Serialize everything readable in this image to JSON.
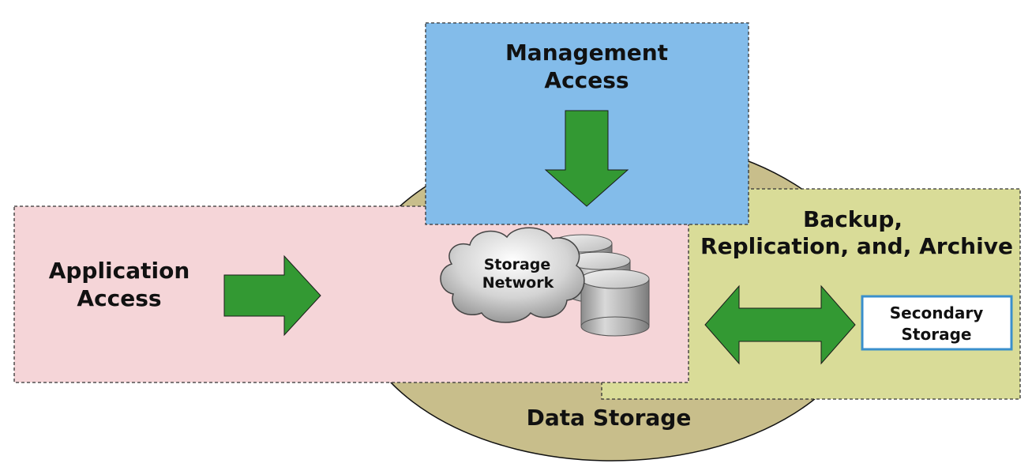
{
  "colors": {
    "data_storage": "#C8BE8B",
    "application_zone": "#F5D5D8",
    "management_zone": "#83BCEA",
    "backup_zone": "#D9DC98",
    "arrow": "#339933",
    "secondary_border": "#3A8FCC"
  },
  "labels": {
    "management_line1": "Management",
    "management_line2": "Access",
    "application_line1": "Application",
    "application_line2": "Access",
    "backup_line1": "Backup,",
    "backup_line2": "Replication, and, Archive",
    "storage_network_line1": "Storage",
    "storage_network_line2": "Network",
    "secondary_line1": "Secondary",
    "secondary_line2": "Storage",
    "data_storage": "Data Storage"
  },
  "icons": {
    "management_arrow": "arrow-down-icon",
    "application_arrow": "arrow-right-icon",
    "backup_arrow": "double-arrow-icon",
    "cloud": "cloud-icon",
    "disks": "database-cylinder-icon"
  }
}
